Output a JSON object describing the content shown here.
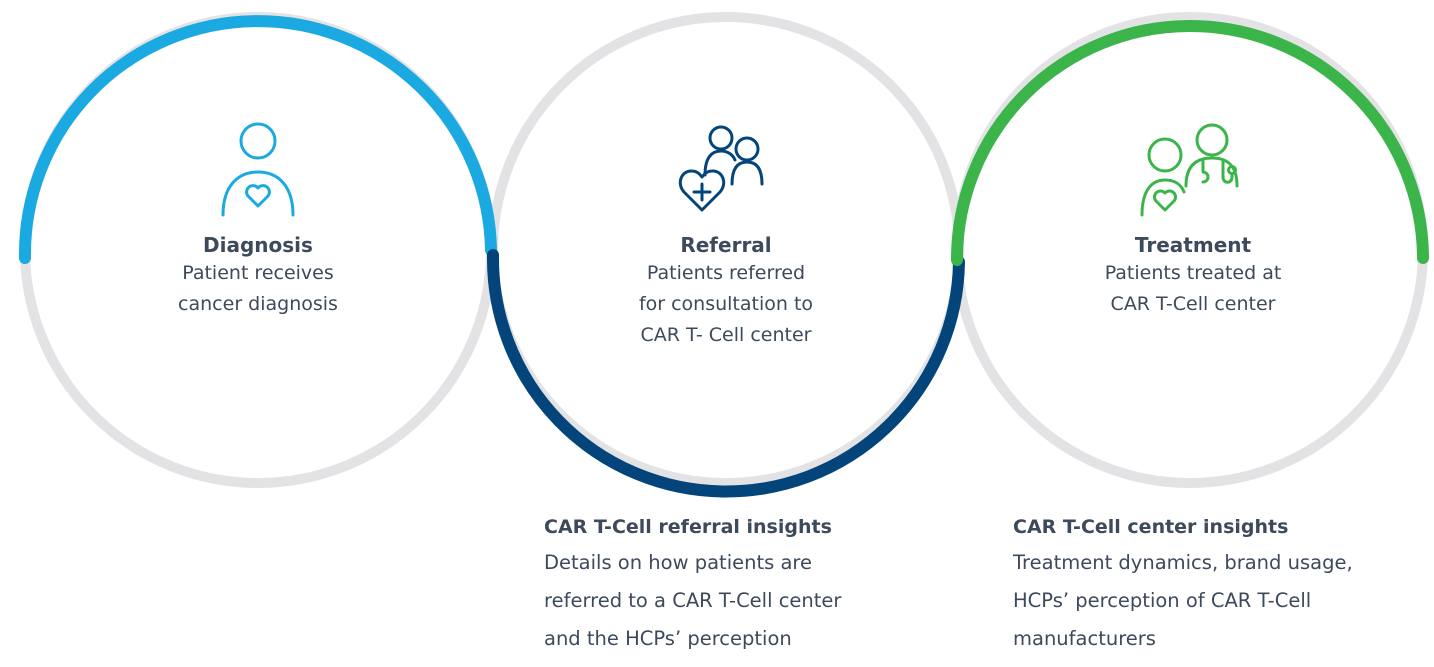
{
  "colors": {
    "track": "#e3e3e6",
    "diagnosis": "#1ba9e1",
    "referral": "#03457a",
    "treatment": "#3bb54a",
    "text": "#3d4a5c"
  },
  "stages": [
    {
      "icon": "patient-heart-icon",
      "title": "Diagnosis",
      "desc_lines": [
        "Patient receives",
        "cancer diagnosis"
      ]
    },
    {
      "icon": "referral-people-icon",
      "title": "Referral",
      "desc_lines": [
        "Patients referred",
        "for consultation to",
        "CAR T- Cell center"
      ]
    },
    {
      "icon": "doctor-patient-icon",
      "title": "Treatment",
      "desc_lines": [
        "Patients treated at",
        "CAR T-Cell center"
      ]
    }
  ],
  "insights": [
    {
      "title": "CAR T-Cell referral insights",
      "desc_lines": [
        "Details on how patients are",
        "referred to a CAR T-Cell center",
        "and the HCPs’ perception"
      ]
    },
    {
      "title": "CAR T-Cell center insights",
      "desc_lines": [
        "Treatment dynamics, brand usage,",
        "HCPs’ perception of CAR T-Cell",
        "manufacturers"
      ]
    }
  ]
}
